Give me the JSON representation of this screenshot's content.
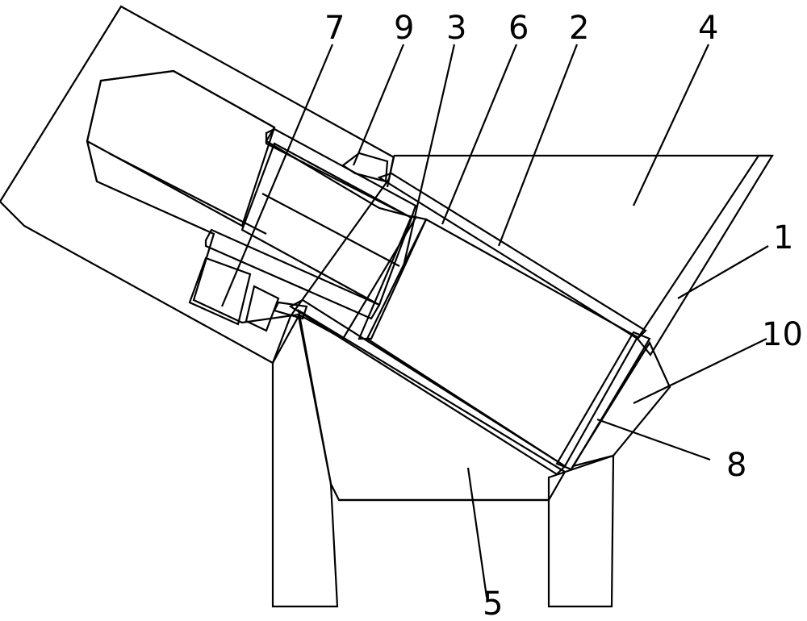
{
  "figure": {
    "description_labels": [
      {
        "id": "label-7",
        "text": "7"
      },
      {
        "id": "label-9",
        "text": "9"
      },
      {
        "id": "label-3",
        "text": "3"
      },
      {
        "id": "label-6",
        "text": "6"
      },
      {
        "id": "label-2",
        "text": "2"
      },
      {
        "id": "label-4",
        "text": "4"
      },
      {
        "id": "label-1",
        "text": "1"
      },
      {
        "id": "label-10",
        "text": "10"
      },
      {
        "id": "label-8",
        "text": "8"
      },
      {
        "id": "label-5",
        "text": "5"
      }
    ]
  }
}
